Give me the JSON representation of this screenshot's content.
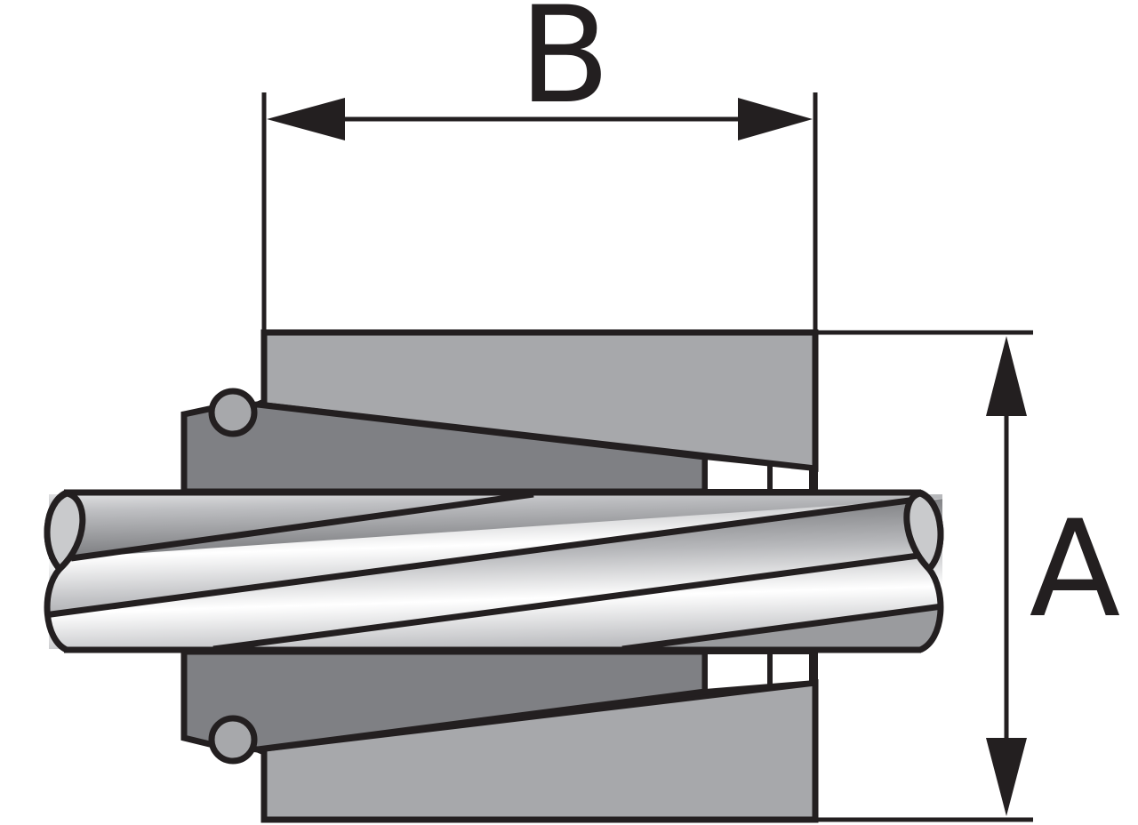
{
  "diagram": {
    "dimensions": {
      "width_label": "B",
      "height_label": "A"
    },
    "colors": {
      "outline": "#231f20",
      "sleeve_outer": "#a7a8ab",
      "wedge": "#7f8084",
      "ball": "#a7a8ab",
      "strand_end": "#c9cacc",
      "background": "#ffffff"
    },
    "components": {
      "rope": "wire-rope",
      "sleeve": "socket-sleeve",
      "wedges": "wedge-pair",
      "balls": "retaining-balls"
    }
  }
}
